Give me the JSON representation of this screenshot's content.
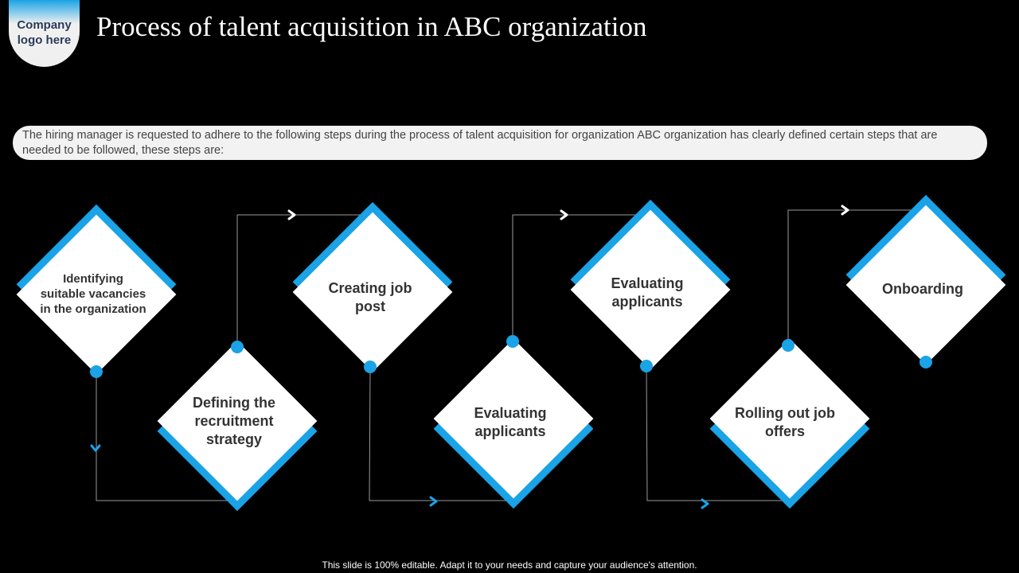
{
  "logo": {
    "text": "Company logo here"
  },
  "title": "Process of talent acquisition in ABC organization",
  "intro": "The hiring manager is requested to adhere to the following steps during the process of talent acquisition for organization ABC organization has clearly defined certain steps that are needed to be followed, these steps are:",
  "steps": [
    {
      "label": "Identifying suitable vacancies in the organization"
    },
    {
      "label": "Defining the recruitment strategy"
    },
    {
      "label": "Creating job post"
    },
    {
      "label": "Evaluating applicants"
    },
    {
      "label": "Evaluating applicants"
    },
    {
      "label": "Rolling out job offers"
    },
    {
      "label": "Onboarding"
    }
  ],
  "footer": "This slide is 100% editable. Adapt it to your needs and capture your audience's attention.",
  "colors": {
    "accent": "#1aa3e6",
    "background": "#000000",
    "diamond": "#ffffff",
    "connector": "#9a9a9a"
  }
}
